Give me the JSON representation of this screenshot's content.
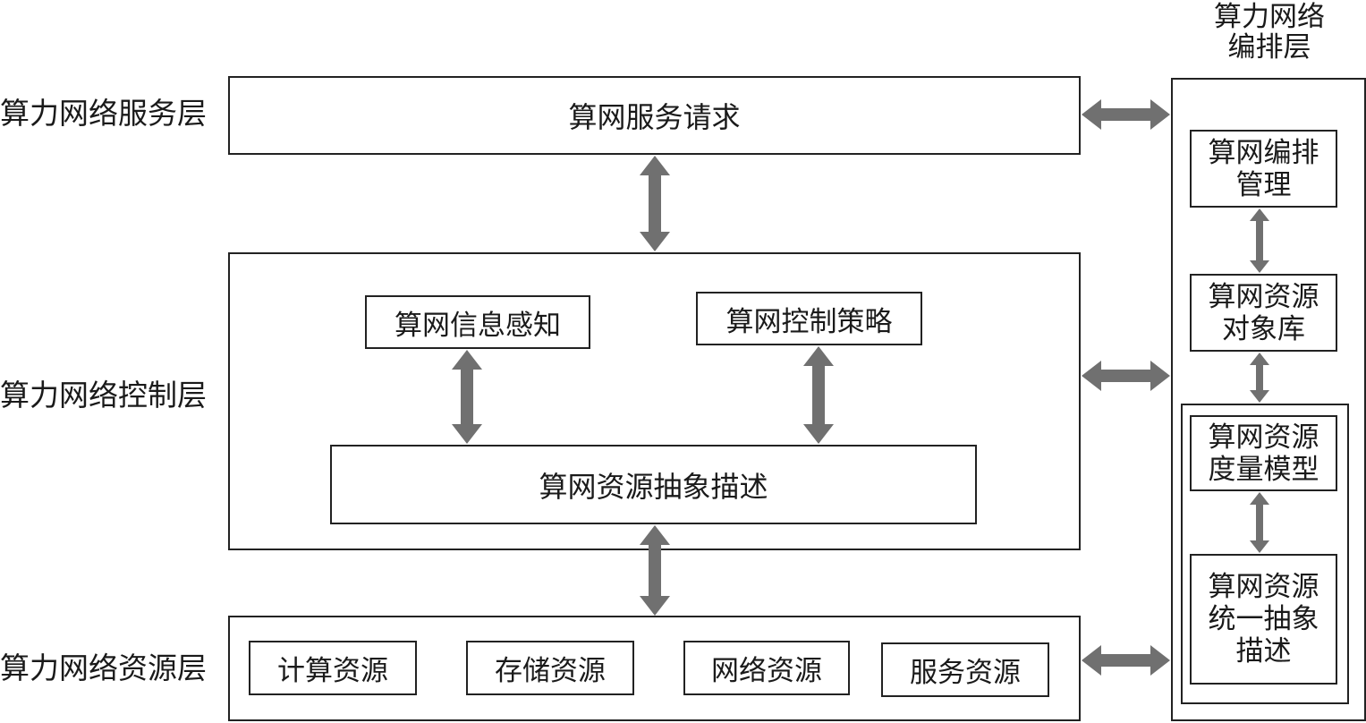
{
  "layers": {
    "service": "算力网络服务层",
    "control": "算力网络控制层",
    "resource": "算力网络资源层"
  },
  "service_box": "算网服务请求",
  "control": {
    "info_perception": "算网信息感知",
    "control_strategy": "算网控制策略",
    "abstract_description": "算网资源抽象描述"
  },
  "resources": {
    "compute": "计算资源",
    "storage": "存储资源",
    "network": "网络资源",
    "service": "服务资源"
  },
  "orchestration": {
    "title_line1": "算力网络",
    "title_line2": "编排层",
    "mgmt_line1": "算网编排",
    "mgmt_line2": "管理",
    "objlib_line1": "算网资源",
    "objlib_line2": "对象库",
    "metric_line1": "算网资源",
    "metric_line2": "度量模型",
    "unified_line1": "算网资源",
    "unified_line2": "统一抽象",
    "unified_line3": "描述"
  },
  "colors": {
    "arrow": "#707070",
    "border": "#222222"
  }
}
